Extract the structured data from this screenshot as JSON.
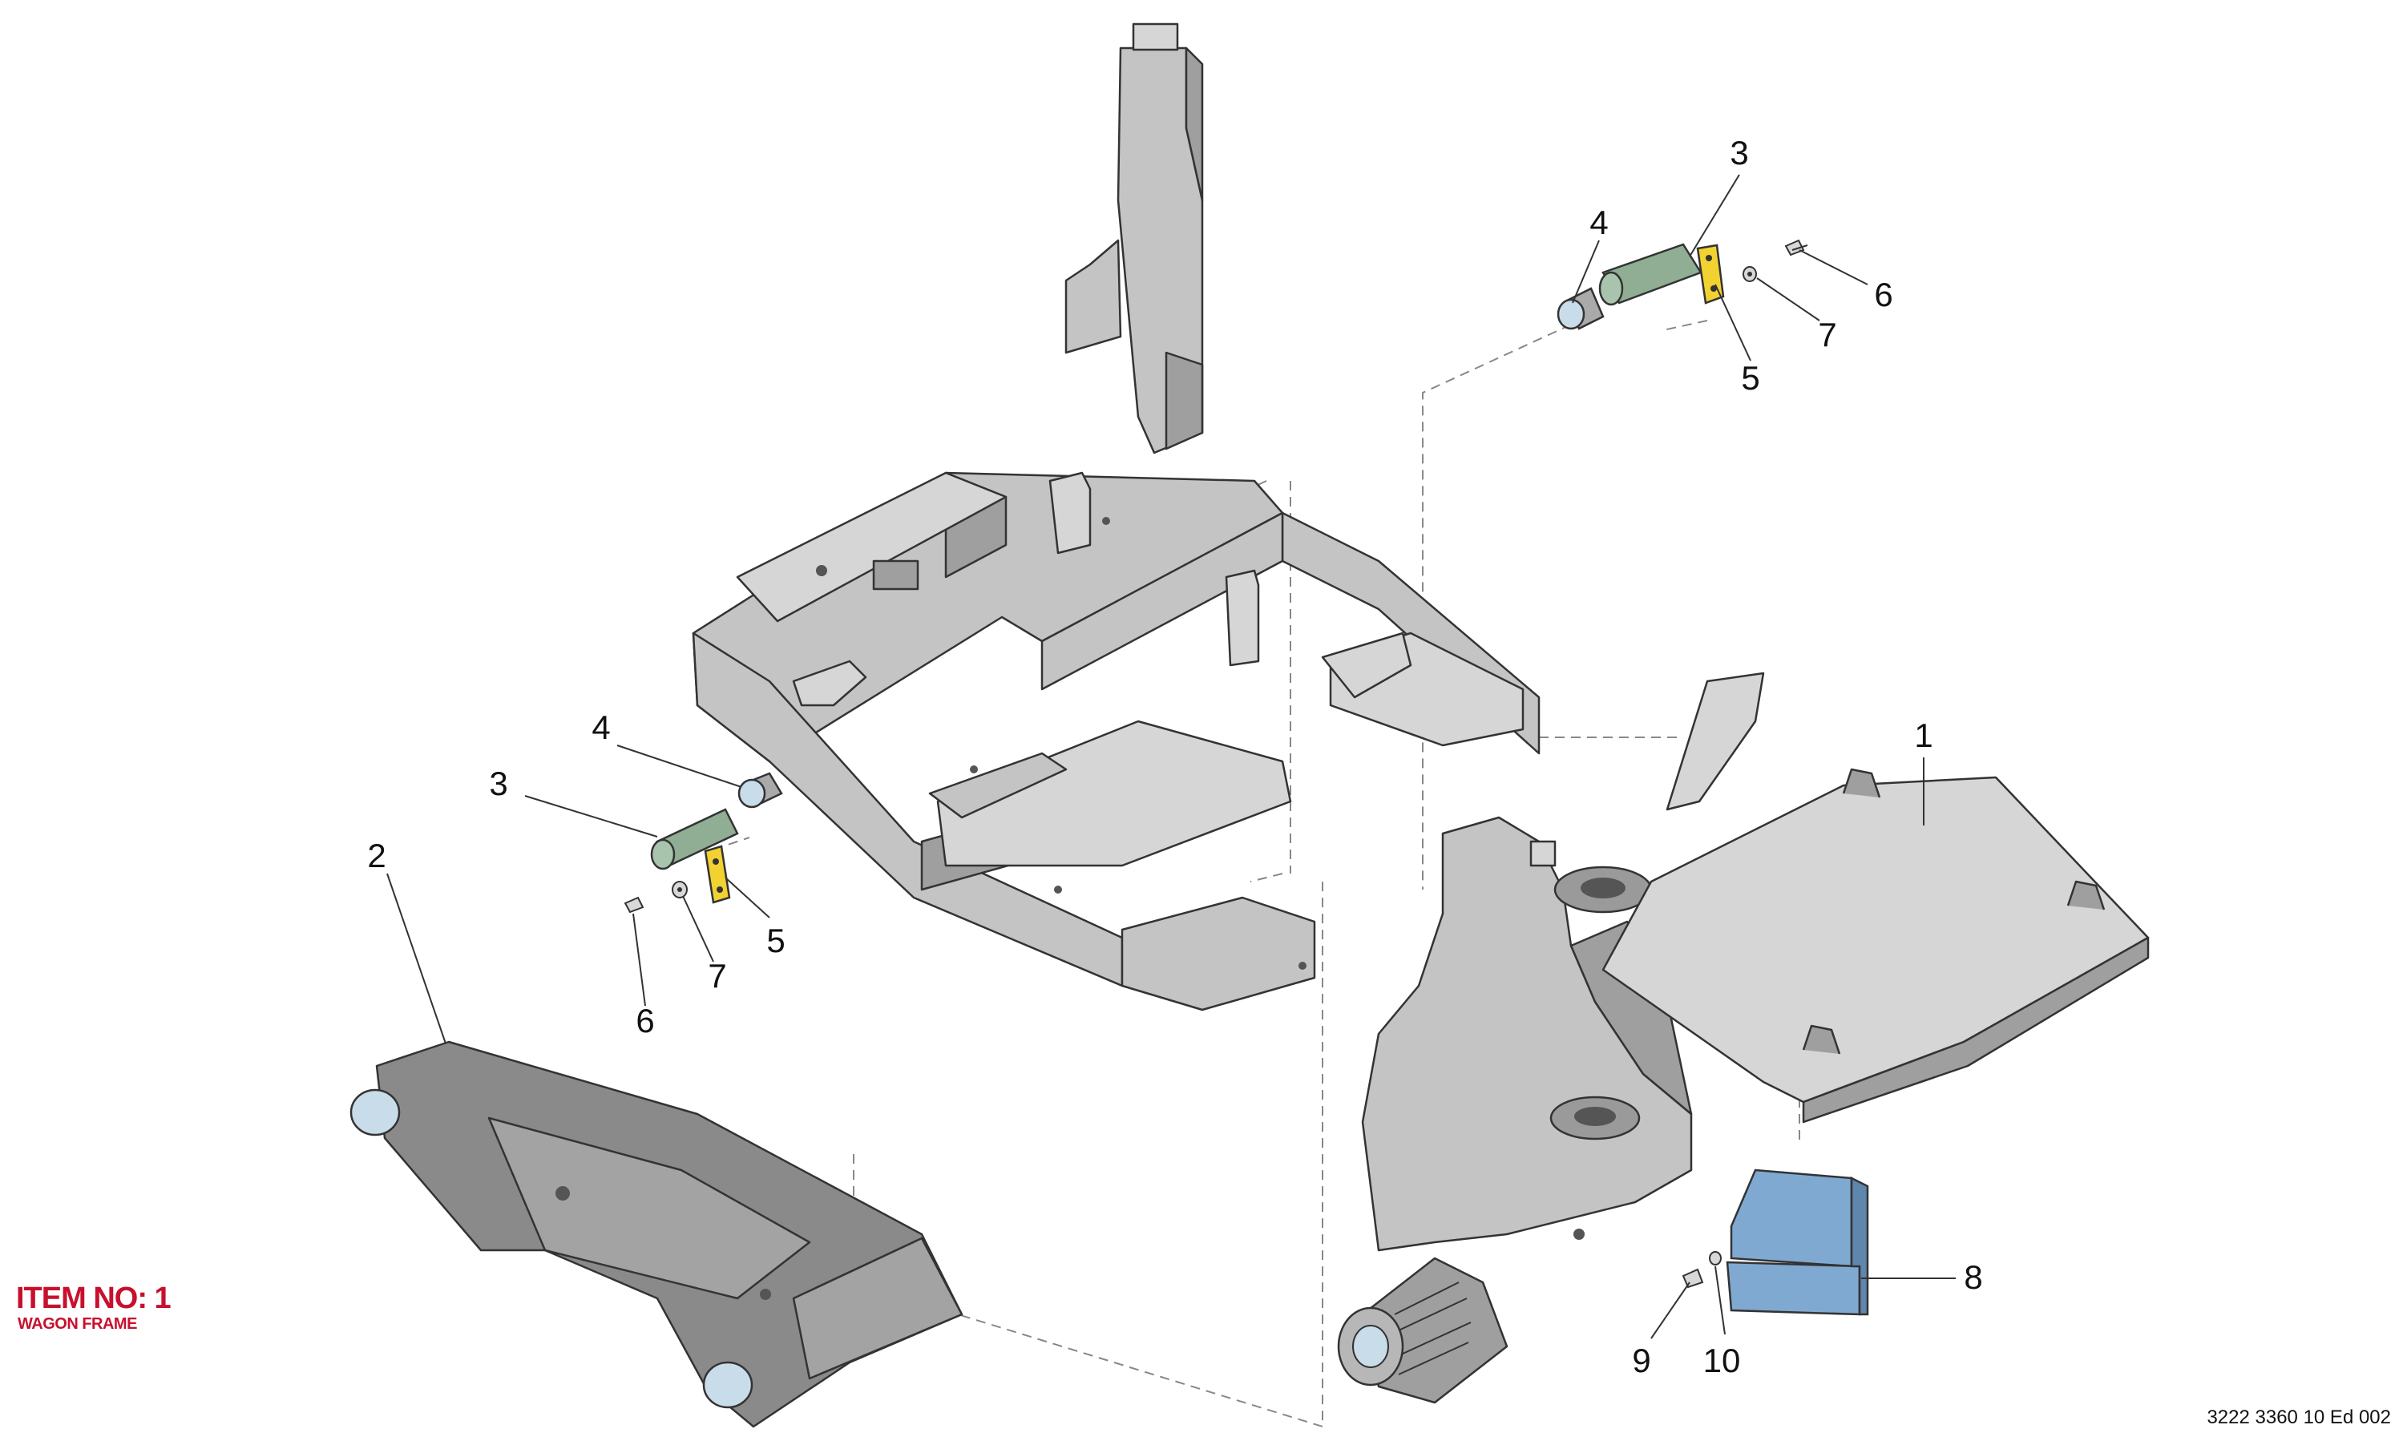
{
  "title": {
    "item_no": "ITEM NO: 1",
    "item_name": "WAGON FRAME"
  },
  "document_code": "3222 3360 10 Ed 002",
  "colors": {
    "frame": "#c4c4c4",
    "frame_dark": "#9a9a9a",
    "pin": "#8fae93",
    "plate": "#f2d230",
    "guard": "#7fa9d1",
    "title_red": "#c8102e"
  },
  "callouts": [
    {
      "id": "c3-top",
      "label": "3"
    },
    {
      "id": "c4-top",
      "label": "4"
    },
    {
      "id": "c6-top",
      "label": "6"
    },
    {
      "id": "c7-top",
      "label": "7"
    },
    {
      "id": "c5-top",
      "label": "5"
    },
    {
      "id": "c1",
      "label": "1"
    },
    {
      "id": "c4-left",
      "label": "4"
    },
    {
      "id": "c3-left",
      "label": "3"
    },
    {
      "id": "c2",
      "label": "2"
    },
    {
      "id": "c5-left",
      "label": "5"
    },
    {
      "id": "c7-left",
      "label": "7"
    },
    {
      "id": "c6-left",
      "label": "6"
    },
    {
      "id": "c8",
      "label": "8"
    },
    {
      "id": "c9",
      "label": "9"
    },
    {
      "id": "c10",
      "label": "10"
    }
  ]
}
